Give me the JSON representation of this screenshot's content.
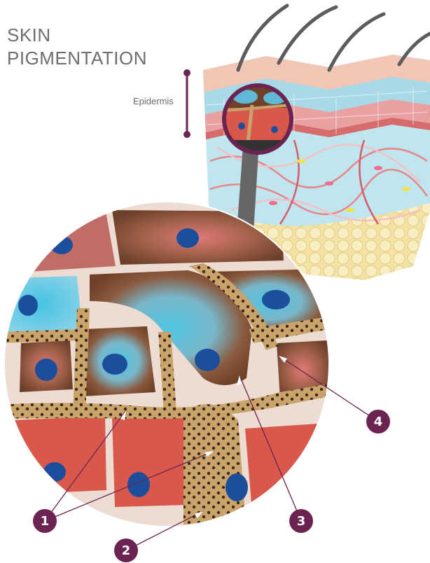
{
  "title": {
    "line1": "SKIN",
    "line2": "PIGMENTATION"
  },
  "layer_label": "Epidermis",
  "markers": [
    "1",
    "2",
    "3",
    "4"
  ],
  "colors": {
    "accent": "#6b2350",
    "title_text": "#6e6e6e",
    "melanocyte": "#c9a36a",
    "pigment_dot": "#3b2a1c",
    "keratinocyte_brown": "#7a4a30",
    "keratinocyte_blue": "#5fb8d6",
    "nucleus": "#1d4e9c",
    "red_cell": "#d4574a"
  }
}
